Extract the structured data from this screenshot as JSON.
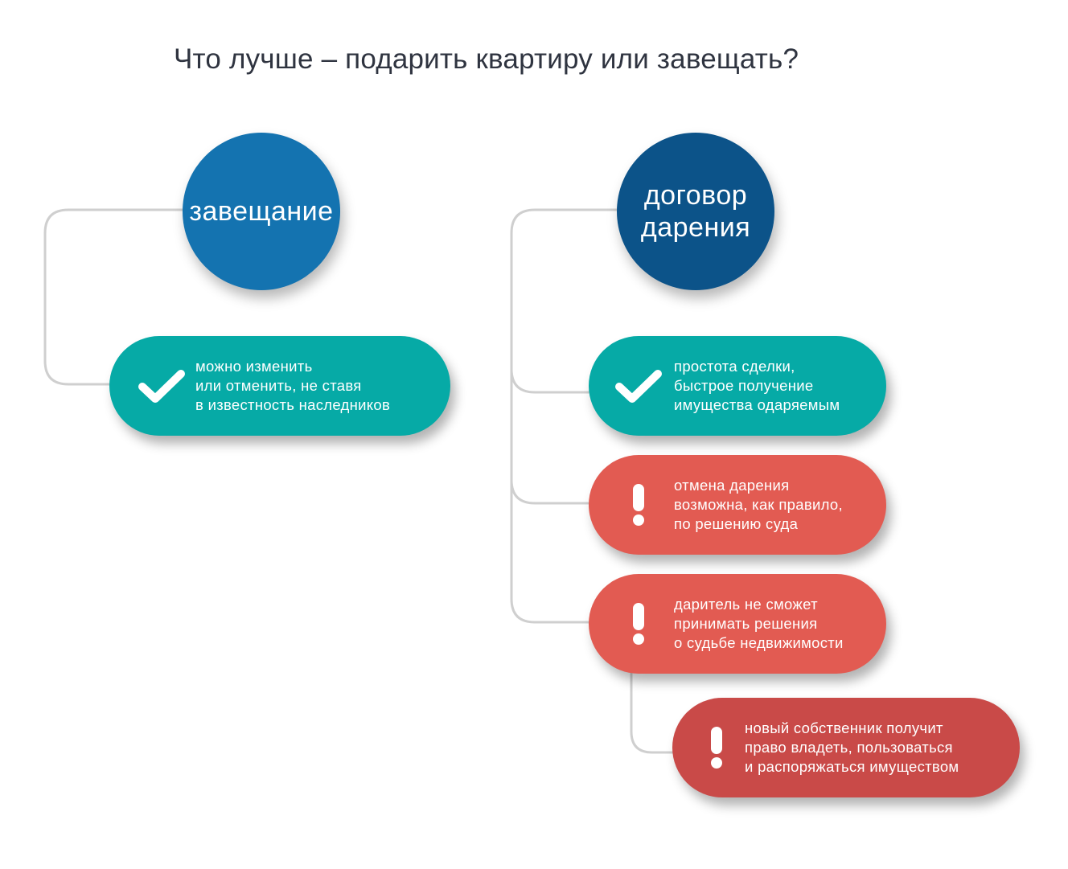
{
  "title": "Что лучше – подарить квартиру или завещать?",
  "will": {
    "label": "завещание",
    "items": [
      {
        "type": "check",
        "lines": [
          "можно изменить",
          "или отменить, не ставя",
          "в известность наследников"
        ]
      }
    ]
  },
  "gift": {
    "label_line1": "договор",
    "label_line2": "дарения",
    "items": [
      {
        "type": "check",
        "lines": [
          "простота сделки,",
          "быстрое получение",
          "имущества одаряемым"
        ]
      },
      {
        "type": "warning",
        "lines": [
          "отмена дарения",
          "возможна, как правило,",
          "по решению суда"
        ]
      },
      {
        "type": "warning",
        "lines": [
          "даритель не сможет",
          "принимать решения",
          "о судьбе недвижимости"
        ]
      },
      {
        "type": "warning",
        "lines": [
          "новый собственник получит",
          "право владеть, пользоваться",
          "и распоряжаться имуществом"
        ]
      }
    ]
  },
  "colors": {
    "will_circle": "#1473b0",
    "gift_circle": "#0c5389",
    "positive": "#06aaa6",
    "warning": "#e25b52",
    "warning_dark": "#c94a48",
    "connector": "#cfcfcf"
  },
  "icons": {
    "positive": "checkmark-icon",
    "warning": "exclamation-icon"
  }
}
